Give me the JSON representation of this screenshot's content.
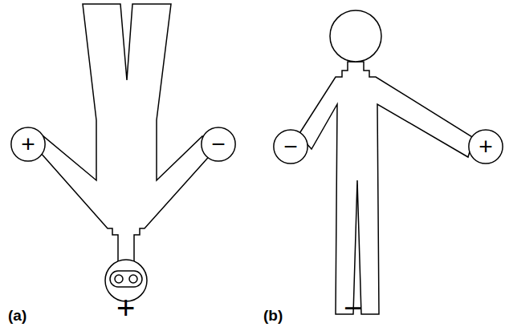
{
  "diagram": {
    "nodes": [
      {
        "text": [
          "+"
        ]
      },
      {
        "text": [
          "−"
        ]
      },
      {
        "text": [
          "−"
        ]
      },
      {
        "text": [
          "+"
        ]
      }
    ],
    "labels": [
      "+",
      "(a)",
      "−",
      "(b)"
    ]
  }
}
